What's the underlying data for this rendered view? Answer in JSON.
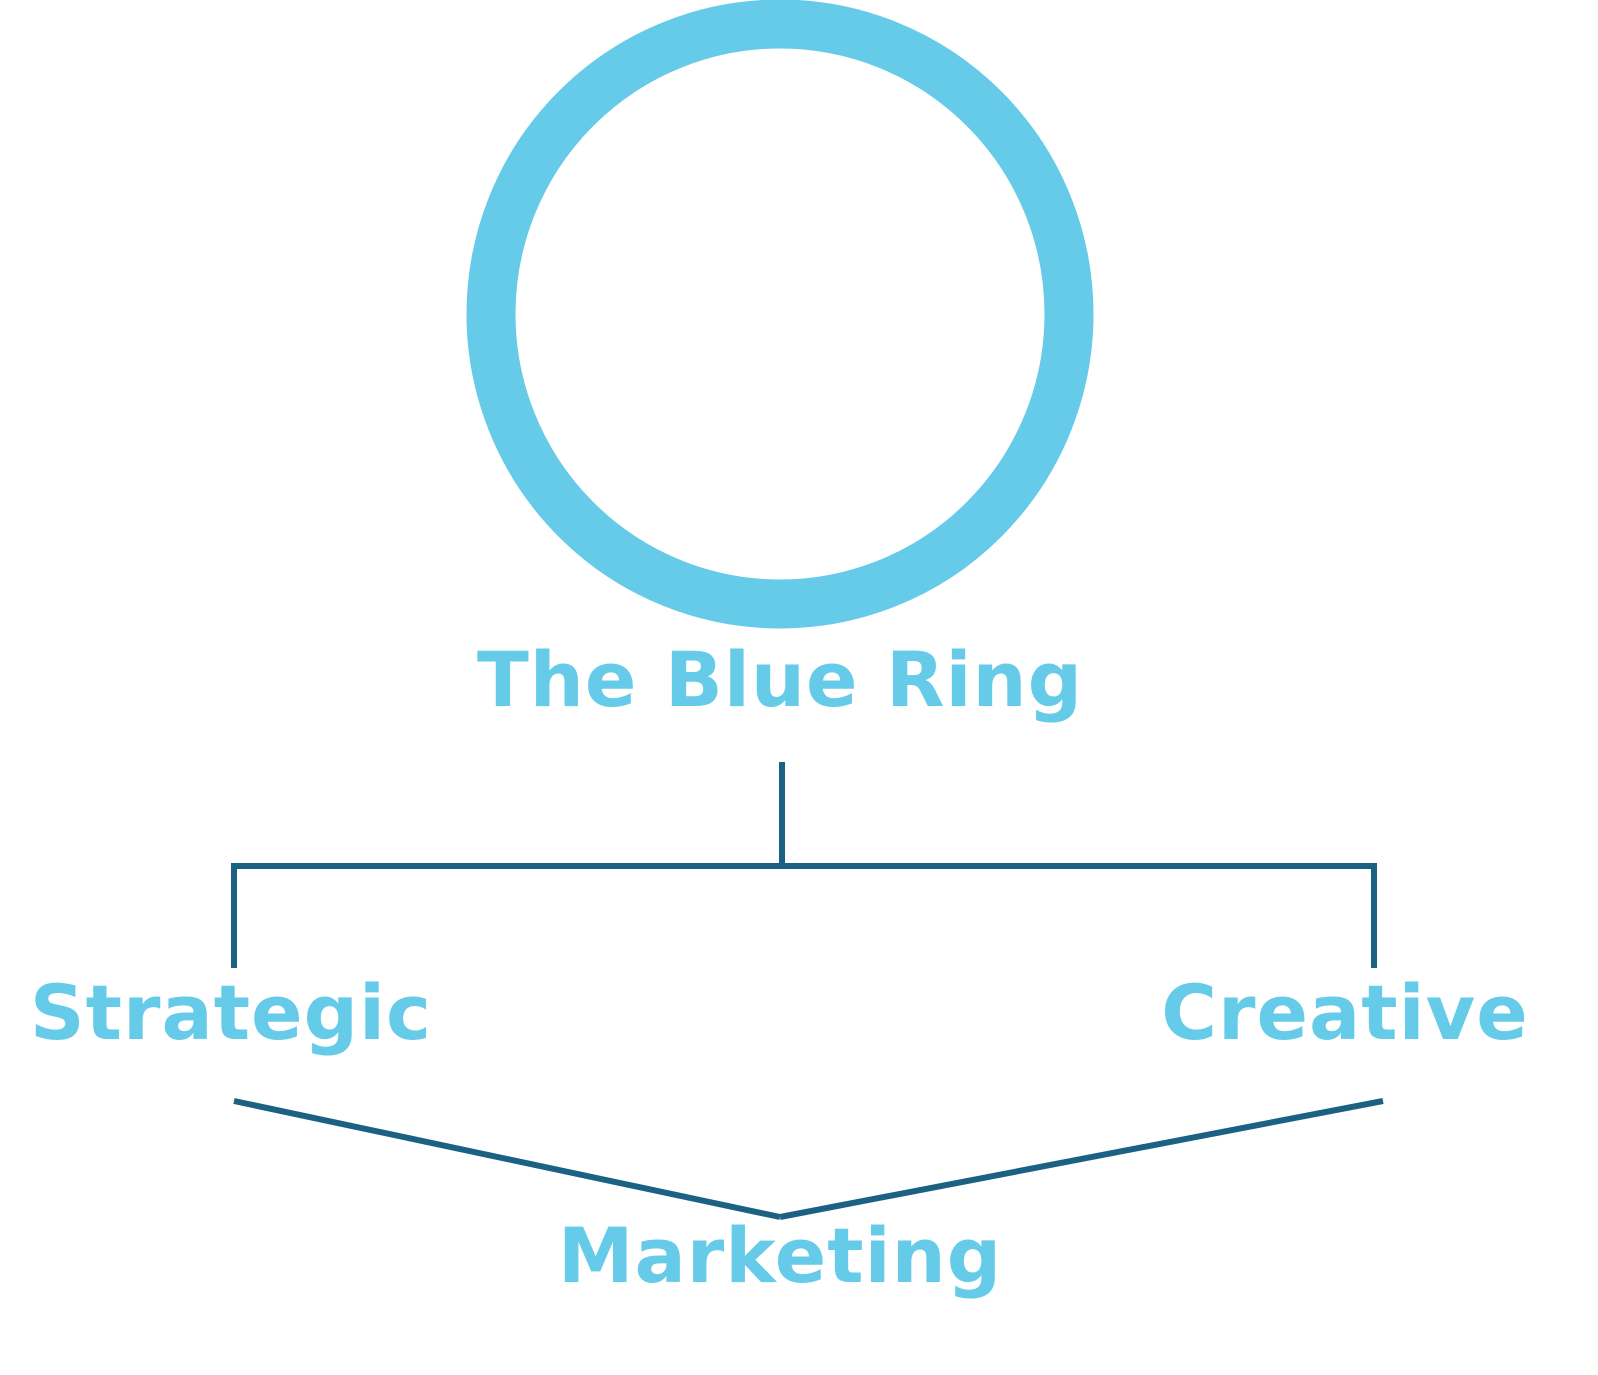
{
  "colors": {
    "ring": "#66cbe8",
    "label": "#66cbe8",
    "connector": "#1a6184",
    "background": "#ffffff"
  },
  "nodes": {
    "root": "The Blue Ring",
    "left": "Strategic",
    "right": "Creative",
    "bottom": "Marketing"
  }
}
